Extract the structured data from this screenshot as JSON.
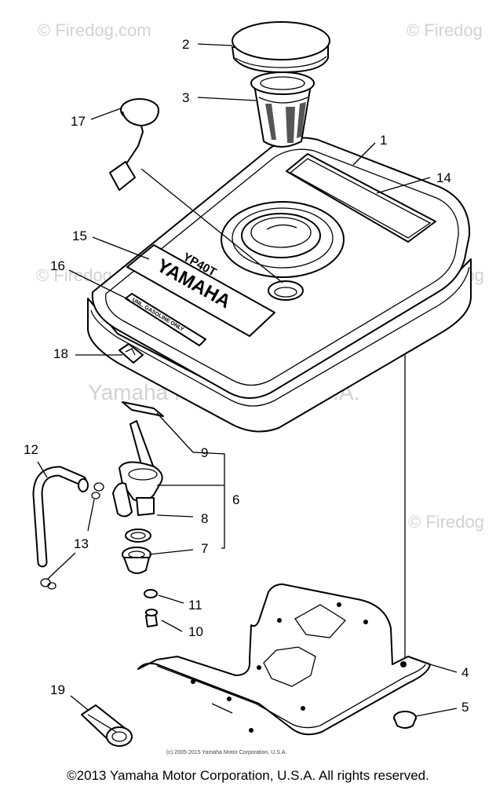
{
  "watermarks": {
    "site": "© Firedog.com",
    "site_short": "© Firedog",
    "company": "Yamaha Motor Corp, U.S.A."
  },
  "label_plate": {
    "brand": "YAMAHA",
    "model": "YP40T"
  },
  "fuel_label": "UNL. GASOLINE ONLY",
  "callouts": [
    "1",
    "2",
    "3",
    "4",
    "5",
    "6",
    "7",
    "8",
    "9",
    "10",
    "11",
    "12",
    "13",
    "14",
    "15",
    "16",
    "17",
    "18",
    "19"
  ],
  "small_credit": "(c) 2005-2015 Yamaha Motor Corporation, U.S.A.",
  "footer": "©2013 Yamaha Motor Corporation, U.S.A. All rights reserved."
}
